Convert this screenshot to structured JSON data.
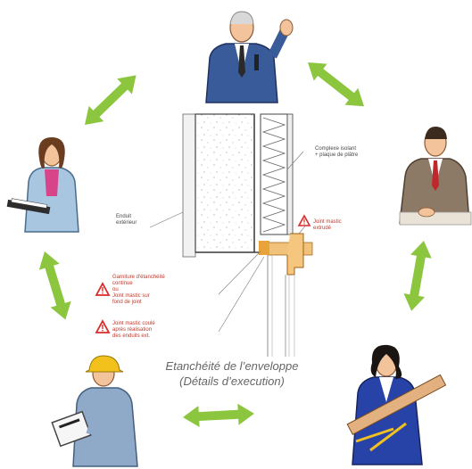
{
  "colors": {
    "arrow": "#8cc63f",
    "warning": "#d92b2b",
    "sealant": "#e8a33a",
    "wall_line": "#555555"
  },
  "labels": {
    "complexe": "Complexe isolant\n+ plaque de plâtre",
    "enduit": "Enduit\nextérieur",
    "joint_extrude": "Joint mastic\nextrudé",
    "garniture": "Garniture d'étanchéité\ncontinue\nou\nJoint mastic sur\nfond de joint",
    "joint_coule": "Joint mastic coulé\naprès réalisation\ndes enduits ext."
  },
  "caption": {
    "line1": "Etanchéité de l’enveloppe",
    "line2": "(Détails d’execution)"
  },
  "icons": [
    "presenter-figure",
    "businessman-figure",
    "architect-figure",
    "inspector-figure",
    "woman-figure",
    "warning-icon"
  ]
}
